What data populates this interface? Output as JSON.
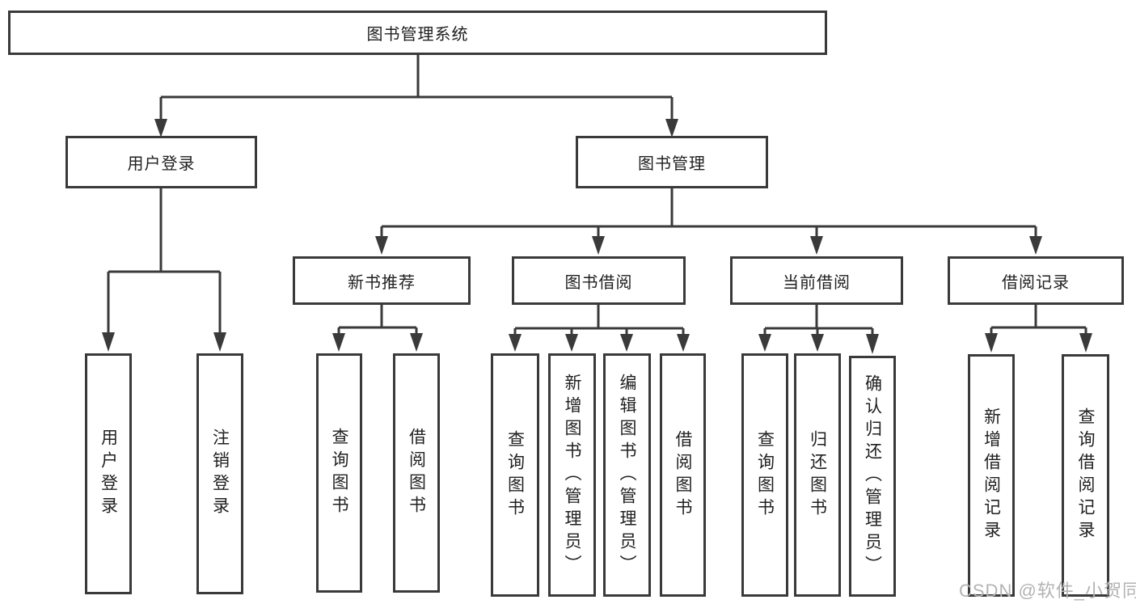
{
  "diagram": {
    "title": "图书管理系统",
    "type": "hierarchy-tree",
    "watermark": "CSDN @软件_小贺同学",
    "colors": {
      "line": "#3a3a3a",
      "box_border": "#3a3a3a",
      "box_fill": "#ffffff",
      "text": "#1f1f1f",
      "watermark": "#b3b3b3"
    },
    "nodes": {
      "root": "图书管理系统",
      "user_login": "用户登录",
      "book_mgmt": "图书管理",
      "user_login_v": "用户登录",
      "logout": "注销登录",
      "new_book_rec": "新书推荐",
      "book_borrow": "图书借阅",
      "current_borrow": "当前借阅",
      "borrow_records": "借阅记录",
      "query_book_1": "查询图书",
      "borrow_book_1": "借阅图书",
      "query_book_2": "查询图书",
      "add_book": "新增图书（管理员）",
      "edit_book": "编辑图书（管理员）",
      "borrow_book_2": "借阅图书",
      "query_book_3": "查询图书",
      "return_book": "归还图书",
      "confirm_return": "确认归还（管理员）",
      "add_borrow_record": "新增借阅记录",
      "query_borrow_record": "查询借阅记录"
    },
    "edges": [
      [
        "图书管理系统",
        "用户登录"
      ],
      [
        "图书管理系统",
        "图书管理"
      ],
      [
        "用户登录",
        "用户登录"
      ],
      [
        "用户登录",
        "注销登录"
      ],
      [
        "图书管理",
        "新书推荐"
      ],
      [
        "图书管理",
        "图书借阅"
      ],
      [
        "图书管理",
        "当前借阅"
      ],
      [
        "图书管理",
        "借阅记录"
      ],
      [
        "新书推荐",
        "查询图书"
      ],
      [
        "新书推荐",
        "借阅图书"
      ],
      [
        "图书借阅",
        "查询图书"
      ],
      [
        "图书借阅",
        "新增图书（管理员）"
      ],
      [
        "图书借阅",
        "编辑图书（管理员）"
      ],
      [
        "图书借阅",
        "借阅图书"
      ],
      [
        "当前借阅",
        "查询图书"
      ],
      [
        "当前借阅",
        "归还图书"
      ],
      [
        "当前借阅",
        "确认归还（管理员）"
      ],
      [
        "借阅记录",
        "新增借阅记录"
      ],
      [
        "借阅记录",
        "查询借阅记录"
      ]
    ]
  }
}
